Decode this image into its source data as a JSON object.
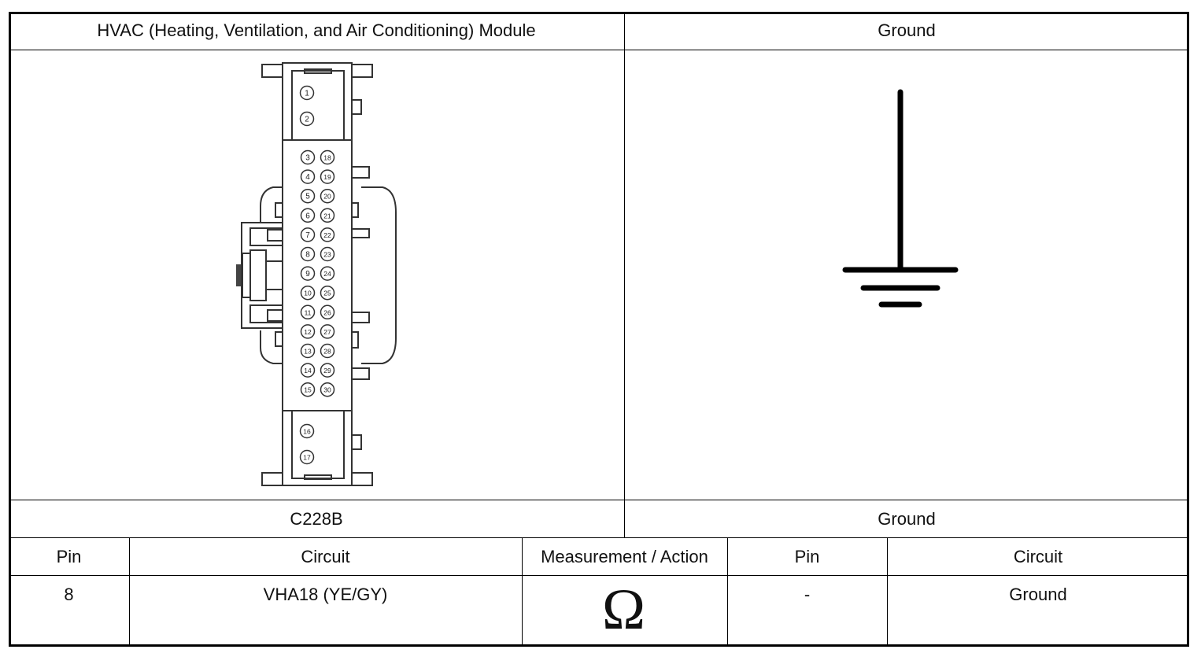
{
  "header": {
    "module_title": "HVAC (Heating, Ventilation, and Air Conditioning) Module",
    "ground_title": "Ground"
  },
  "connector": {
    "label": "C228B",
    "pins_top": [
      "1",
      "2"
    ],
    "pins_left": [
      "3",
      "4",
      "5",
      "6",
      "7",
      "8",
      "9",
      "10",
      "11",
      "12",
      "13",
      "14",
      "15"
    ],
    "pins_right": [
      "18",
      "19",
      "20",
      "21",
      "22",
      "23",
      "24",
      "25",
      "26",
      "27",
      "28",
      "29",
      "30"
    ],
    "pins_bottom": [
      "16",
      "17"
    ]
  },
  "ground_label": "Ground",
  "table": {
    "headers": [
      "Pin",
      "Circuit",
      "Measurement / Action",
      "Pin",
      "Circuit"
    ],
    "row": {
      "pin": "8",
      "circuit": "VHA18 (YE/GY)",
      "measurement_symbol": "Ω",
      "pin2": "-",
      "circuit2": "Ground"
    }
  }
}
